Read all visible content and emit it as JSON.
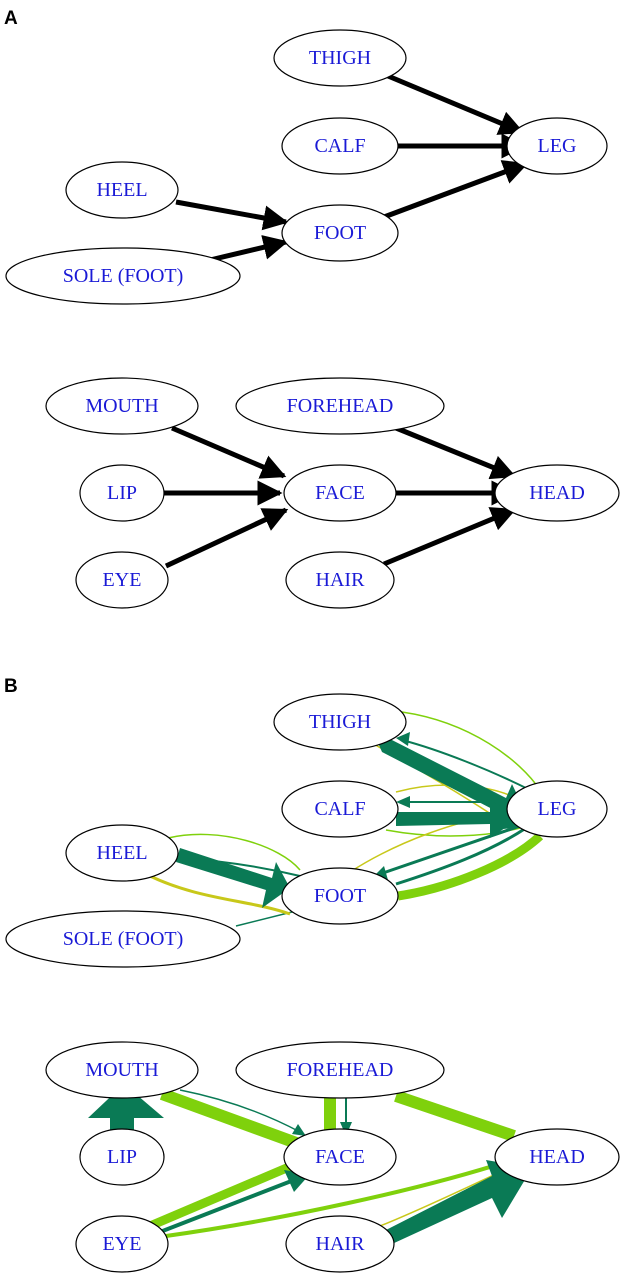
{
  "colors": {
    "text": "#1a1ad6",
    "black_edge": "#000000",
    "dark_green": "#0a7a55",
    "light_green": "#7fd10c",
    "olive": "#c8c81a"
  },
  "panels": [
    {
      "id": "A",
      "label": "A"
    },
    {
      "id": "B",
      "label": "B"
    }
  ],
  "diagrams": [
    {
      "id": "A-leg",
      "nodes": [
        {
          "id": "THIGH",
          "label": "THIGH"
        },
        {
          "id": "CALF",
          "label": "CALF"
        },
        {
          "id": "LEG",
          "label": "LEG"
        },
        {
          "id": "HEEL",
          "label": "HEEL"
        },
        {
          "id": "FOOT",
          "label": "FOOT"
        },
        {
          "id": "SOLE",
          "label": "SOLE (FOOT)"
        }
      ],
      "edges": [
        {
          "from": "THIGH",
          "to": "LEG",
          "color": "black_edge"
        },
        {
          "from": "CALF",
          "to": "LEG",
          "color": "black_edge"
        },
        {
          "from": "FOOT",
          "to": "LEG",
          "color": "black_edge"
        },
        {
          "from": "HEEL",
          "to": "FOOT",
          "color": "black_edge"
        },
        {
          "from": "SOLE",
          "to": "FOOT",
          "color": "black_edge"
        }
      ]
    },
    {
      "id": "A-head",
      "nodes": [
        {
          "id": "MOUTH",
          "label": "MOUTH"
        },
        {
          "id": "FOREHEAD",
          "label": "FOREHEAD"
        },
        {
          "id": "LIP",
          "label": "LIP"
        },
        {
          "id": "FACE",
          "label": "FACE"
        },
        {
          "id": "HEAD",
          "label": "HEAD"
        },
        {
          "id": "EYE",
          "label": "EYE"
        },
        {
          "id": "HAIR",
          "label": "HAIR"
        }
      ],
      "edges": [
        {
          "from": "MOUTH",
          "to": "FACE",
          "color": "black_edge"
        },
        {
          "from": "LIP",
          "to": "FACE",
          "color": "black_edge"
        },
        {
          "from": "EYE",
          "to": "FACE",
          "color": "black_edge"
        },
        {
          "from": "FACE",
          "to": "HEAD",
          "color": "black_edge"
        },
        {
          "from": "FOREHEAD",
          "to": "HEAD",
          "color": "black_edge"
        },
        {
          "from": "HAIR",
          "to": "HEAD",
          "color": "black_edge"
        }
      ]
    },
    {
      "id": "B-leg",
      "nodes": [
        {
          "id": "THIGH",
          "label": "THIGH"
        },
        {
          "id": "CALF",
          "label": "CALF"
        },
        {
          "id": "LEG",
          "label": "LEG"
        },
        {
          "id": "HEEL",
          "label": "HEEL"
        },
        {
          "id": "FOOT",
          "label": "FOOT"
        },
        {
          "id": "SOLE",
          "label": "SOLE (FOOT)"
        }
      ],
      "edges": [
        {
          "from": "THIGH",
          "to": "LEG",
          "color": "dark_green"
        },
        {
          "from": "CALF",
          "to": "LEG",
          "color": "dark_green"
        },
        {
          "from": "FOOT",
          "to": "LEG",
          "color": "light_green"
        },
        {
          "from": "LEG",
          "to": "FOOT",
          "color": "dark_green"
        },
        {
          "from": "LEG",
          "to": "THIGH",
          "color": "dark_green"
        },
        {
          "from": "LEG",
          "to": "CALF",
          "color": "dark_green"
        },
        {
          "from": "HEEL",
          "to": "FOOT",
          "color": "dark_green"
        },
        {
          "from": "FOOT",
          "to": "HEEL",
          "color": "dark_green"
        },
        {
          "from": "HEEL",
          "to": "FOOT",
          "color": "olive"
        },
        {
          "from": "SOLE",
          "to": "FOOT",
          "color": "dark_green"
        },
        {
          "from": "THIGH",
          "to": "LEG",
          "color": "light_green"
        },
        {
          "from": "CALF",
          "to": "LEG",
          "color": "olive"
        },
        {
          "from": "FOOT",
          "to": "LEG",
          "color": "olive"
        },
        {
          "from": "HEEL",
          "to": "FOOT",
          "color": "light_green"
        }
      ]
    },
    {
      "id": "B-head",
      "nodes": [
        {
          "id": "MOUTH",
          "label": "MOUTH"
        },
        {
          "id": "FOREHEAD",
          "label": "FOREHEAD"
        },
        {
          "id": "LIP",
          "label": "LIP"
        },
        {
          "id": "FACE",
          "label": "FACE"
        },
        {
          "id": "HEAD",
          "label": "HEAD"
        },
        {
          "id": "EYE",
          "label": "EYE"
        },
        {
          "id": "HAIR",
          "label": "HAIR"
        }
      ],
      "edges": [
        {
          "from": "LIP",
          "to": "MOUTH",
          "color": "dark_green"
        },
        {
          "from": "MOUTH",
          "to": "FACE",
          "color": "light_green"
        },
        {
          "from": "MOUTH",
          "to": "FACE",
          "color": "dark_green"
        },
        {
          "from": "FOREHEAD",
          "to": "FACE",
          "color": "light_green"
        },
        {
          "from": "FOREHEAD",
          "to": "FACE",
          "color": "dark_green"
        },
        {
          "from": "FOREHEAD",
          "to": "HEAD",
          "color": "light_green"
        },
        {
          "from": "EYE",
          "to": "FACE",
          "color": "light_green"
        },
        {
          "from": "EYE",
          "to": "FACE",
          "color": "dark_green"
        },
        {
          "from": "EYE",
          "to": "HEAD",
          "color": "light_green"
        },
        {
          "from": "HAIR",
          "to": "HEAD",
          "color": "dark_green"
        },
        {
          "from": "HAIR",
          "to": "HEAD",
          "color": "olive"
        }
      ]
    }
  ]
}
